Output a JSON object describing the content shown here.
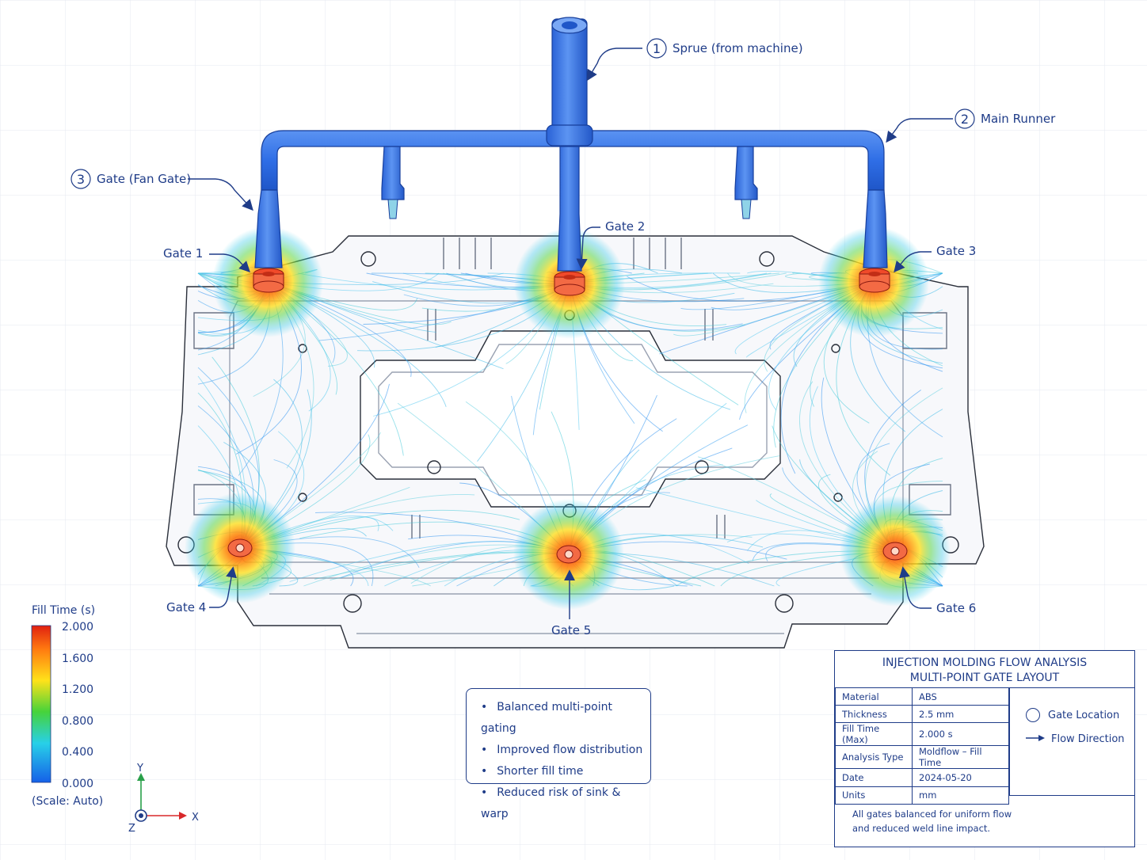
{
  "callouts": {
    "sprue": {
      "num": "1",
      "label": "Sprue (from machine)"
    },
    "runner": {
      "num": "2",
      "label": "Main Runner"
    },
    "gate": {
      "num": "3",
      "label": "Gate (Fan Gate)"
    }
  },
  "gates": [
    "Gate 1",
    "Gate 2",
    "Gate 3",
    "Gate 4",
    "Gate 5",
    "Gate 6"
  ],
  "legend": {
    "title": "Fill Time (s)",
    "ticks": [
      "2.000",
      "1.600",
      "1.200",
      "0.800",
      "0.400",
      "0.000"
    ],
    "scale_note": "(Scale: Auto)",
    "colors": [
      "#e02010",
      "#ff7a10",
      "#ffe21a",
      "#46d33a",
      "#28d0e8",
      "#1560e8"
    ]
  },
  "axes": {
    "y": "Y",
    "x": "X",
    "z": "Z"
  },
  "notes": [
    "Balanced multi-point gating",
    "Improved flow distribution",
    "Shorter fill time",
    "Reduced risk of sink & warp"
  ],
  "title_block": {
    "title_line1": "INJECTION MOLDING FLOW ANALYSIS",
    "title_line2": "MULTI-POINT GATE LAYOUT",
    "rows": [
      {
        "key": "Material",
        "value": "ABS"
      },
      {
        "key": "Thickness",
        "value": "2.5 mm"
      },
      {
        "key": "Fill Time (Max)",
        "value": "2.000 s"
      },
      {
        "key": "Analysis Type",
        "value": "Moldflow – Fill Time"
      },
      {
        "key": "Date",
        "value": "2024-05-20"
      },
      {
        "key": "Units",
        "value": "mm"
      }
    ],
    "legend_gate": "Gate Location",
    "legend_flow": "Flow Direction",
    "footer_line1": "All gates balanced for uniform flow",
    "footer_line2": "and reduced weld line impact."
  },
  "colors": {
    "ink": "#1f3c88",
    "runner": "#3a78e8",
    "gate_hot": "#f04a2a",
    "grid": "#e4e8f0"
  }
}
